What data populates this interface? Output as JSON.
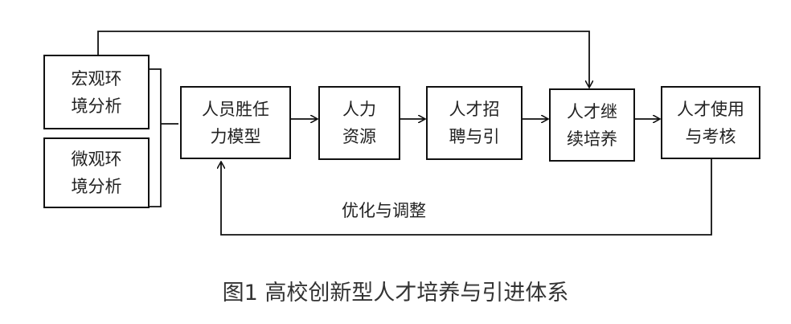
{
  "nodes": {
    "macro": "宏观环\n境分析",
    "micro": "微观环\n境分析",
    "competency": "人员胜任\n力模型",
    "hr": "人力\n资源",
    "recruit": "人才招\n聘与引",
    "continuing": "人才继\n续培养",
    "usage": "人才使用\n与考核"
  },
  "feedback_label": "优化与调整",
  "caption": "图1  高校创新型人才培养与引进体系"
}
